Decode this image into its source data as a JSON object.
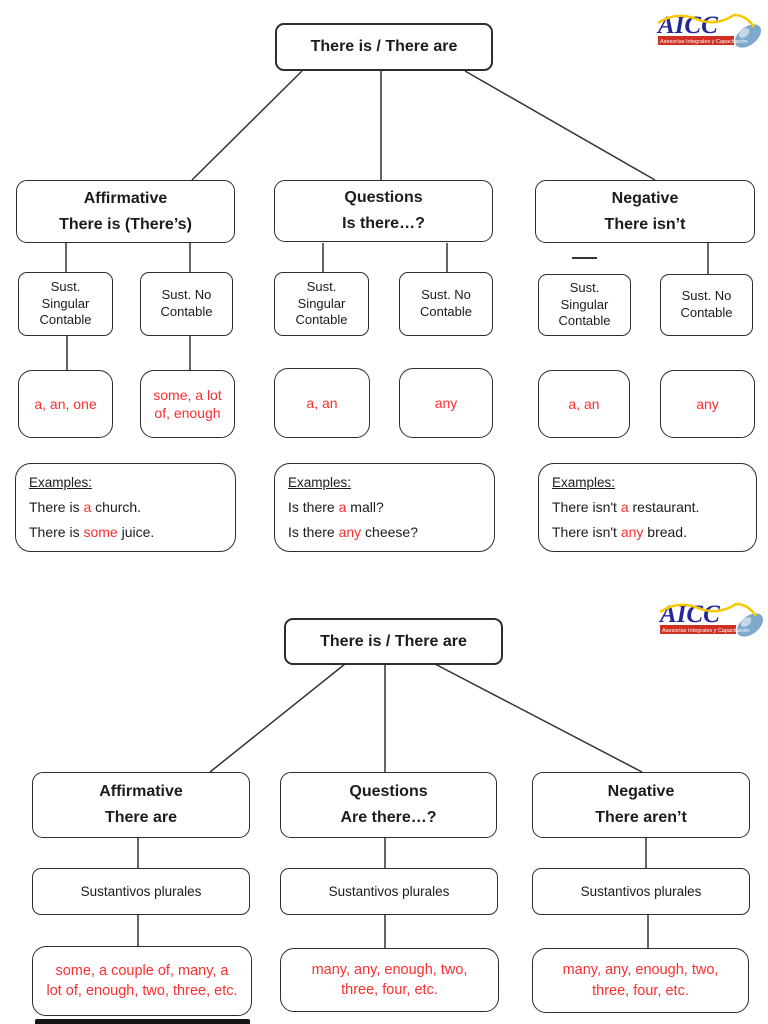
{
  "colors": {
    "highlight_red": "#fb2f2f",
    "logo_blue": "#24279b",
    "logo_yellow": "#f6c800",
    "line": "#333333"
  },
  "logo": {
    "name": "AICC",
    "tagline": "Asesorías Integrales y Capacitación"
  },
  "diagram1": {
    "root": "There is / There are",
    "branches": [
      {
        "title": "Affirmative",
        "subtitle": "There is (There’s)",
        "nouns": [
          "Sust. Singular Contable",
          "Sust. No Contable"
        ],
        "words": [
          "a, an, one",
          "some, a lot of, enough"
        ],
        "examples": {
          "heading": "Examples:",
          "items": [
            {
              "pre": "There is ",
              "hl": "a",
              "post": " church."
            },
            {
              "pre": "There is ",
              "hl": "some",
              "post": " juice."
            }
          ]
        }
      },
      {
        "title": "Questions",
        "subtitle": "Is there…?",
        "nouns": [
          "Sust. Singular Contable",
          "Sust. No Contable"
        ],
        "words": [
          "a, an",
          "any"
        ],
        "examples": {
          "heading": "Examples:",
          "items": [
            {
              "pre": "Is there ",
              "hl": "a",
              "post": " mall?"
            },
            {
              "pre": "Is there ",
              "hl": "any",
              "post": " cheese?"
            }
          ]
        }
      },
      {
        "title": "Negative",
        "subtitle": "There isn’t",
        "nouns": [
          "Sust. Singular Contable",
          "Sust. No Contable"
        ],
        "words": [
          "a, an",
          "any"
        ],
        "examples": {
          "heading": "Examples:",
          "items": [
            {
              "pre": "There isn't ",
              "hl": "a",
              "post": " restaurant."
            },
            {
              "pre": "There isn't ",
              "hl": "any",
              "post": " bread."
            }
          ]
        }
      }
    ]
  },
  "diagram2": {
    "root": "There is / There are",
    "branches": [
      {
        "title": "Affirmative",
        "subtitle": "There are",
        "noun": "Sustantivos plurales",
        "words": "some, a couple of, many, a lot of, enough, two, three, etc."
      },
      {
        "title": "Questions",
        "subtitle": "Are there…?",
        "noun": "Sustantivos plurales",
        "words": "many, any, enough, two, three, four, etc."
      },
      {
        "title": "Negative",
        "subtitle": "There aren’t",
        "noun": "Sustantivos plurales",
        "words": "many, any, enough, two, three, four, etc."
      }
    ]
  }
}
